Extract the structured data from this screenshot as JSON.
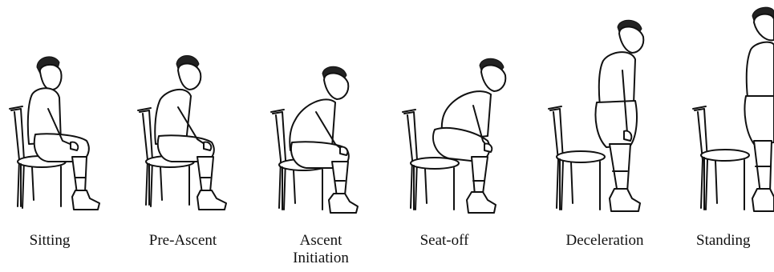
{
  "phases": [
    {
      "label": "Sitting"
    },
    {
      "label": "Pre-Ascent"
    },
    {
      "label": "Ascent\nInitiation"
    },
    {
      "label": "Seat-off"
    },
    {
      "label": "Deceleration"
    },
    {
      "label": "Standing"
    }
  ],
  "colors": {
    "ink": "#111111",
    "background": "#ffffff"
  }
}
